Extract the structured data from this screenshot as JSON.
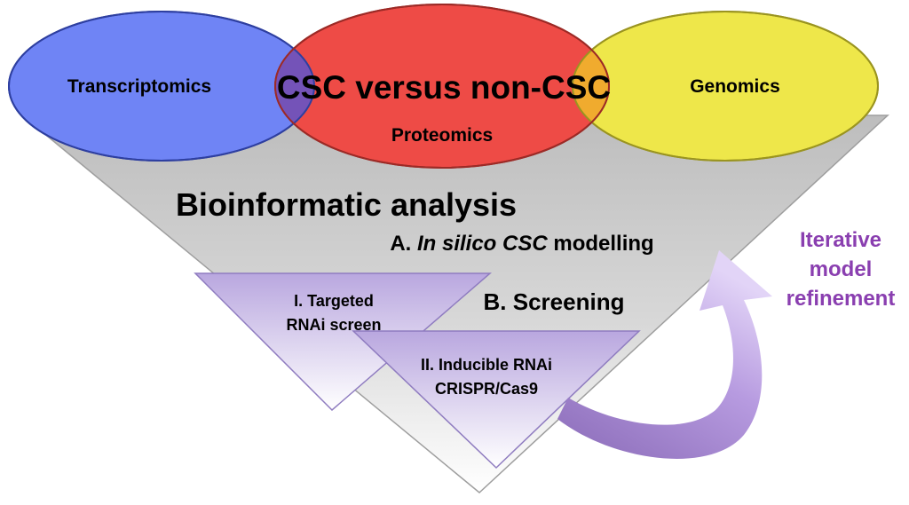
{
  "venn": {
    "left_label": "Transcriptomics",
    "center_label": "Proteomics",
    "right_label": "Genomics",
    "overlap_label": "CSC versus non-CSC",
    "colors": {
      "left": "#6f84f5",
      "center": "#ee4b46",
      "right": "#eee74a",
      "overlap_left": "#7453b8",
      "overlap_right": "#f0ab2e"
    }
  },
  "funnel": {
    "heading": "Bioinformatic analysis",
    "step_a_prefix": "A. ",
    "step_a_italic": "In silico CSC",
    "step_a_suffix": " modelling",
    "step_b": "B. Screening",
    "screen_1_line1": "I. Targeted",
    "screen_1_line2": "RNAi screen",
    "screen_2_line1": "II. Inducible RNAi",
    "screen_2_line2": "CRISPR/Cas9"
  },
  "refinement": {
    "line1": "Iterative",
    "line2": "model",
    "line3": "refinement",
    "color": "#8a3fb0"
  }
}
